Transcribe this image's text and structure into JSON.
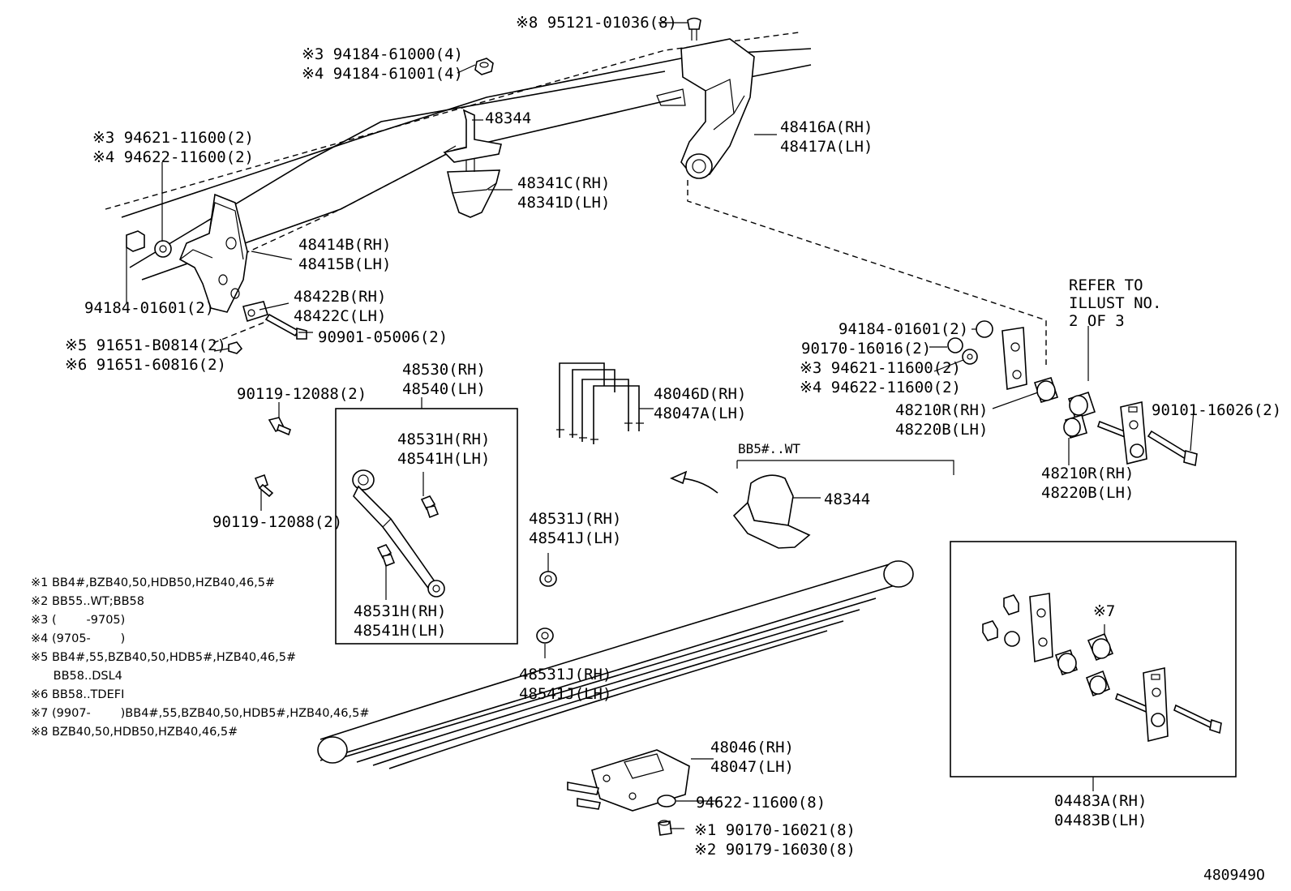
{
  "diagram_id": "480949O",
  "callouts": {
    "c_95121": "※8 95121-01036(8)",
    "c_94184_61000": "※3 94184-61000(4)",
    "c_94184_61001": "※4 94184-61001(4)",
    "c_48344_top": "48344",
    "c_48416": "48416A(RH)",
    "c_48417": "48417A(LH)",
    "c_94621_left": "※3 94621-11600(2)",
    "c_94622_left": "※4 94622-11600(2)",
    "c_48341c": "48341C(RH)",
    "c_48341d": "48341D(LH)",
    "c_48414": "48414B(RH)",
    "c_48415": "48415B(LH)",
    "c_94184_01601_left": "94184-01601(2)",
    "c_48422b": "48422B(RH)",
    "c_48422c": "48422C(LH)",
    "c_91651_b": "※5 91651-B0814(2)",
    "c_91651_6": "※6 91651-60816(2)",
    "c_90901": "90901-05006(2)",
    "c_90119_a": "90119-12088(2)",
    "c_90119_b": "90119-12088(2)",
    "c_48530": "48530(RH)",
    "c_48540": "48540(LH)",
    "c_48531h_top": "48531H(RH)",
    "c_48541h_top": "48541H(LH)",
    "c_48531h_bot": "48531H(RH)",
    "c_48541h_bot": "48541H(LH)",
    "c_48046d": "48046D(RH)",
    "c_48047a": "48047A(LH)",
    "c_refer1": "REFER TO",
    "c_refer2": "ILLUST NO.",
    "c_refer3": "2 OF 3",
    "c_94184_01601_right": "94184-01601(2)",
    "c_90170_16016": "90170-16016(2)",
    "c_94621_right": "※3 94621-11600(2)",
    "c_94622_right": "※4 94622-11600(2)",
    "c_48210r_a": "48210R(RH)",
    "c_48220b_a": "48220B(LH)",
    "c_90101": "90101-16026(2)",
    "c_48210r_b": "48210R(RH)",
    "c_48220b_b": "48220B(LH)",
    "c_bb5": "BB5#..WT",
    "c_48344_mid": "48344",
    "c_48531j_a": "48531J(RH)",
    "c_48541j_a": "48541J(LH)",
    "c_48531j_b": "48531J(RH)",
    "c_48541j_b": "48541J(LH)",
    "c_48046": "48046(RH)",
    "c_48047": "48047(LH)",
    "c_94622_bottom": "94622-11600(8)",
    "c_90170_16021": "※1 90170-16021(8)",
    "c_90179_16030": "※2 90179-16030(8)",
    "c_kit7": "※7",
    "c_04483a": "04483A(RH)",
    "c_04483b": "04483B(LH)"
  },
  "notes": [
    "※1 BB4#,BZB40,50,HDB50,HZB40,46,5#",
    "※2 BB55..WT;BB58",
    "※3 (        -9705)",
    "※4 (9705-        )",
    "※5 BB4#,55,BZB40,50,HDB5#,HZB40,46,5#",
    "      BB58..DSL4",
    "※6 BB58..TDEFI",
    "※7 (9907-        )BB4#,55,BZB40,50,HDB5#,HZB40,46,5#",
    "※8 BZB40,50,HDB50,HZB40,46,5#"
  ]
}
